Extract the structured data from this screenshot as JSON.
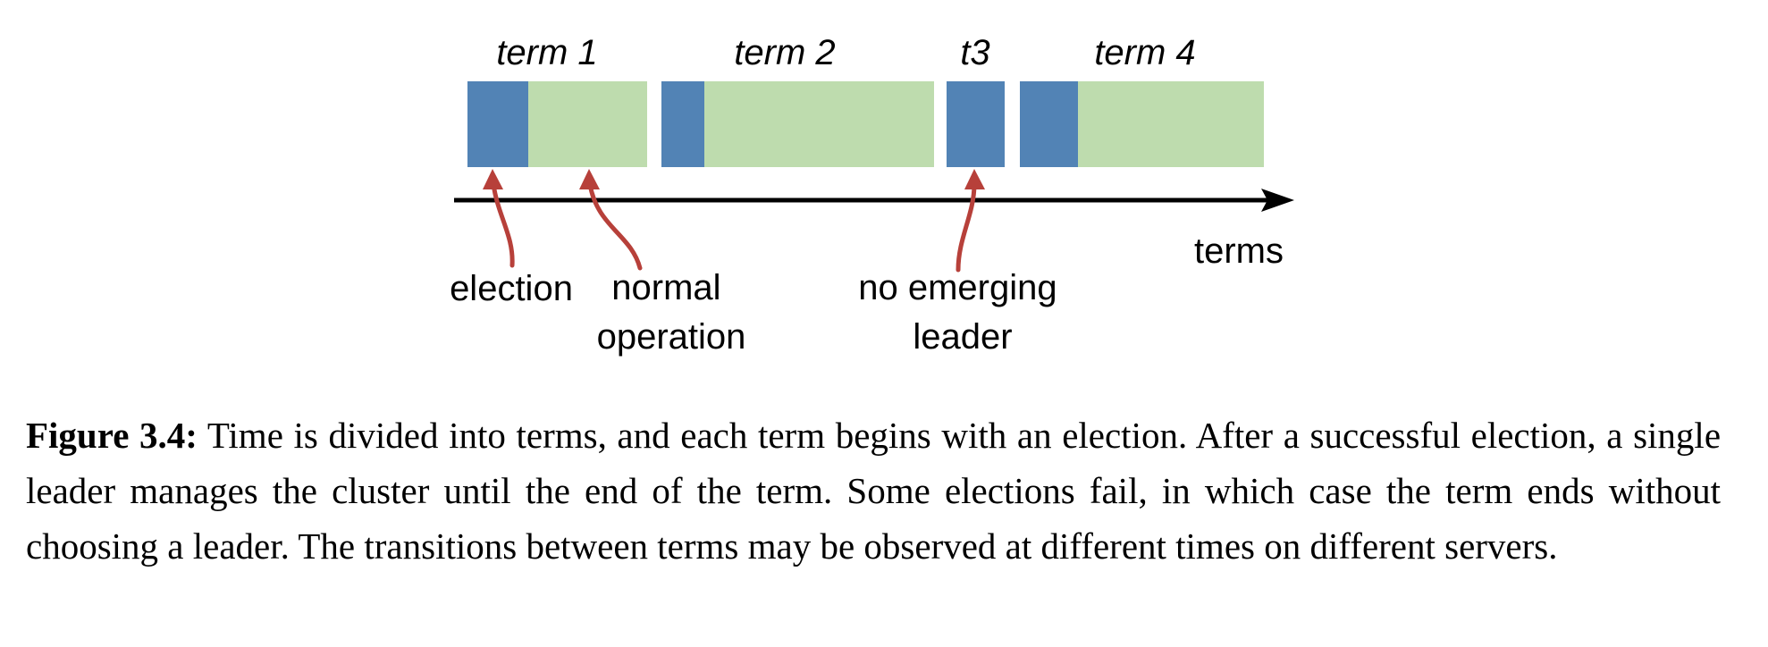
{
  "diagram": {
    "colors": {
      "election": "#5283b5",
      "normal_operation": "#bedcae",
      "arrow": "#b7403a",
      "axis": "#000000"
    },
    "terms": [
      {
        "label": "term 1",
        "election": true,
        "normal_operation": true
      },
      {
        "label": "term 2",
        "election": true,
        "normal_operation": true
      },
      {
        "label": "t3",
        "election": true,
        "normal_operation": false
      },
      {
        "label": "term 4",
        "election": true,
        "normal_operation": true
      }
    ],
    "axis_label": "terms",
    "annotations": {
      "election": "election",
      "normal_operation": [
        "normal",
        "operation"
      ],
      "no_emerging_leader": [
        "no emerging",
        "leader"
      ]
    }
  },
  "caption": {
    "label": "Figure 3.4:",
    "text": "Time is divided into terms, and each term begins with an election. After a successful election, a single leader manages the cluster until the end of the term. Some elections fail, in which case the term ends without choosing a leader. The transitions between terms may be observed at different times on different servers."
  }
}
